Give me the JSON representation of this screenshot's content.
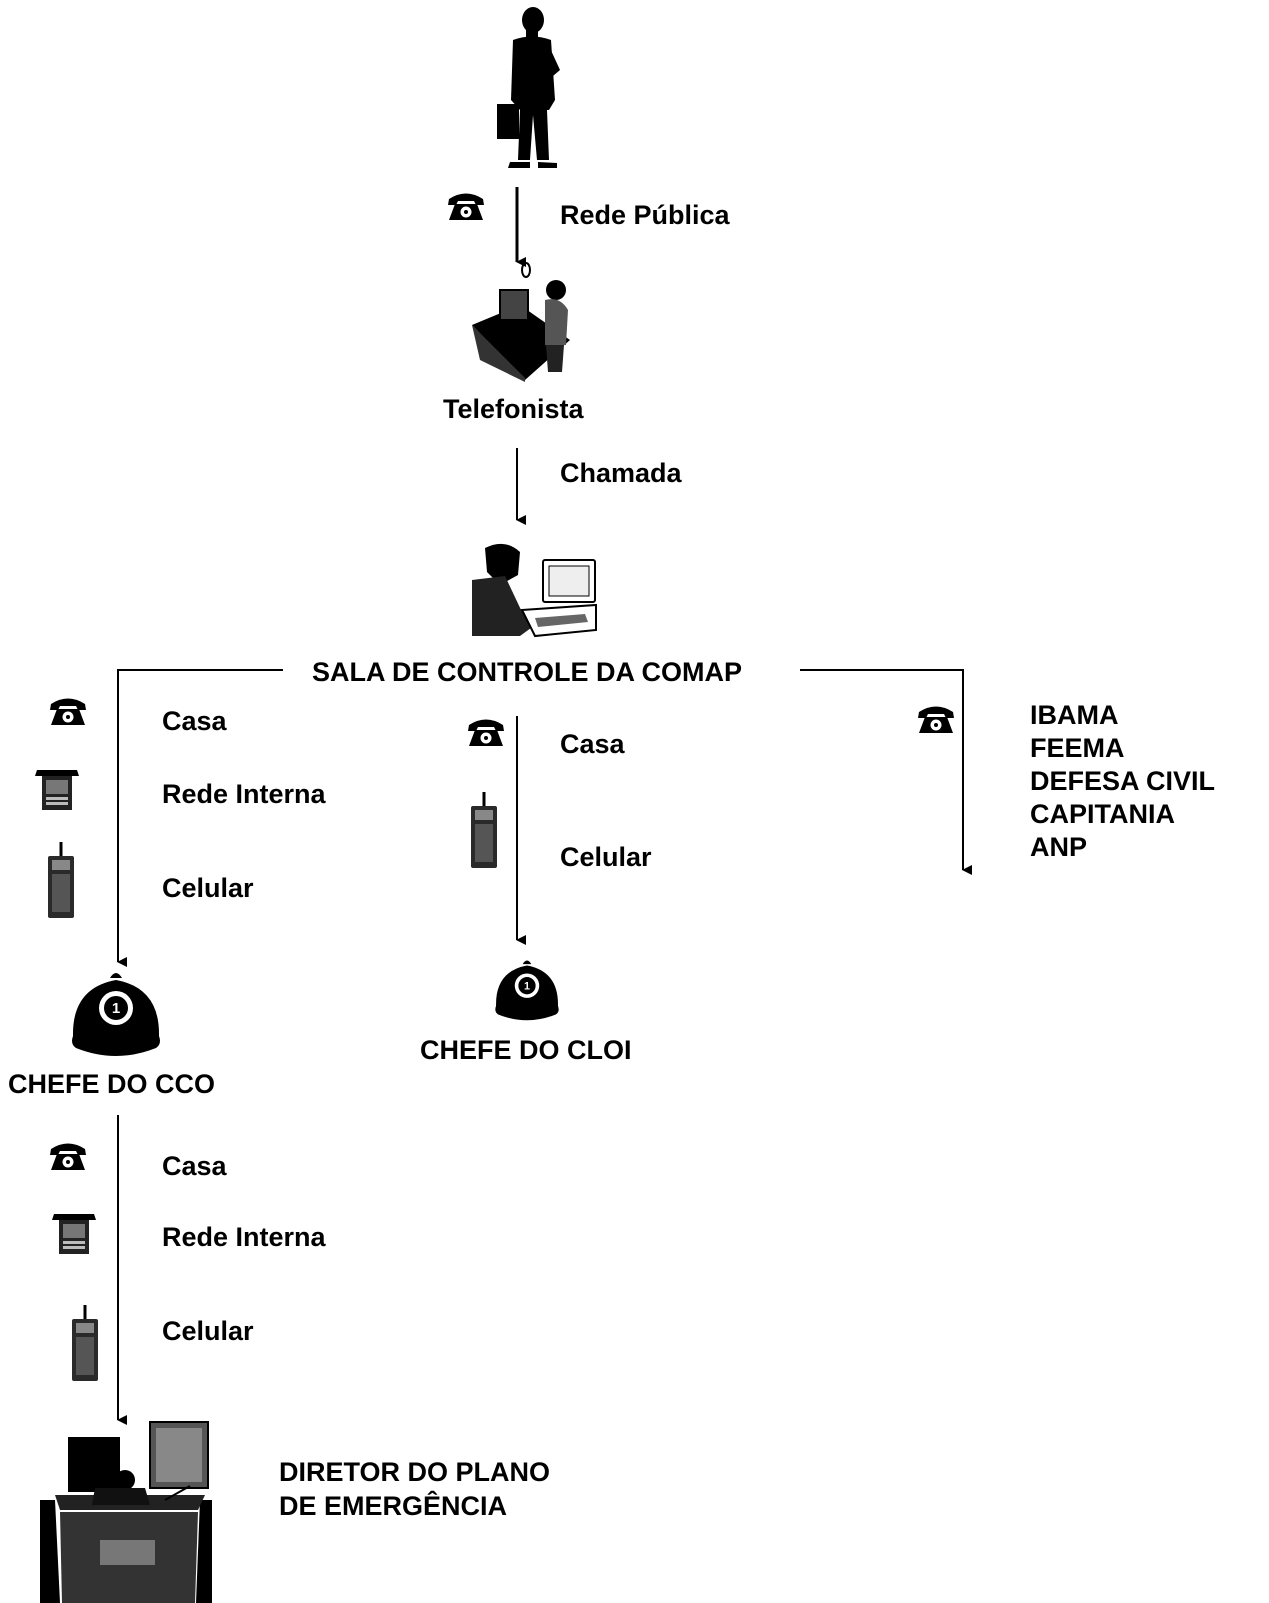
{
  "labels": {
    "rede_publica": "Rede Pública",
    "telefonista": "Telefonista",
    "chamada": "Chamada",
    "sala_controle": "SALA DE CONTROLE DA COMAP",
    "chefe_cco": "CHEFE DO CCO",
    "chefe_cloi": "CHEFE DO CLOI",
    "diretor_line1": "DIRETOR DO PLANO",
    "diretor_line2": "DE EMERGÊNCIA"
  },
  "left_branch": {
    "casa": "Casa",
    "rede_interna": "Rede Interna",
    "celular": "Celular"
  },
  "center_branch": {
    "casa": "Casa",
    "celular": "Celular"
  },
  "right_branch": {
    "agencies": [
      "IBAMA",
      "FEEMA",
      "DEFESA CIVIL",
      "CAPITANIA",
      "ANP"
    ]
  },
  "bottom_branch": {
    "casa": "Casa",
    "rede_interna": "Rede Interna",
    "celular": "Celular"
  },
  "colors": {
    "ink": "#000000",
    "background": "#ffffff"
  }
}
